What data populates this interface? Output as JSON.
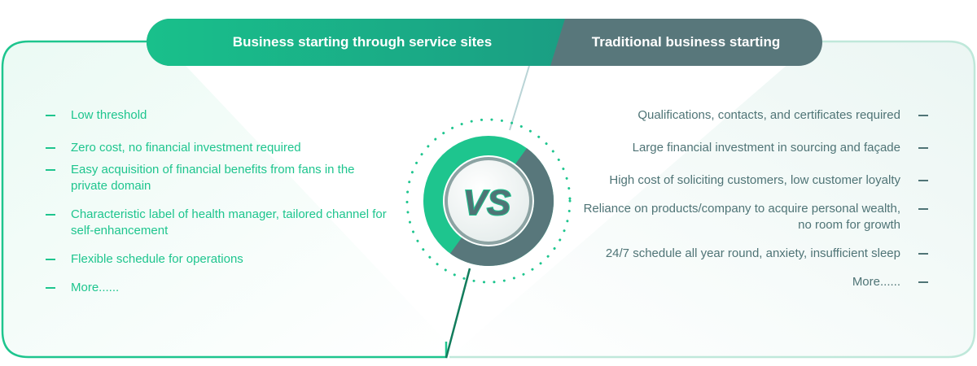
{
  "header": {
    "left_title": "Business starting through service sites",
    "right_title": "Traditional business starting"
  },
  "vs_label": "VS",
  "left_items": [
    "Low threshold",
    "Zero cost, no financial investment required",
    "Easy acquisition of financial benefits from fans in the private domain",
    "Characteristic label of health manager, tailored channel for self-enhancement",
    "Flexible schedule for operations",
    "More......"
  ],
  "right_items": [
    "Qualifications, contacts, and certificates required",
    "Large financial investment in sourcing and façade",
    "High cost of soliciting customers, low customer loyalty",
    "Reliance on products/company to acquire personal wealth, no room for growth",
    "24/7 schedule all year round, anxiety, insufficient sleep",
    "More......"
  ],
  "colors": {
    "green": "#1ec58e",
    "slate": "#4f7476",
    "header_green_start": "#19c08b",
    "header_green_end": "#1a9e83",
    "header_slate": "#58777b"
  }
}
